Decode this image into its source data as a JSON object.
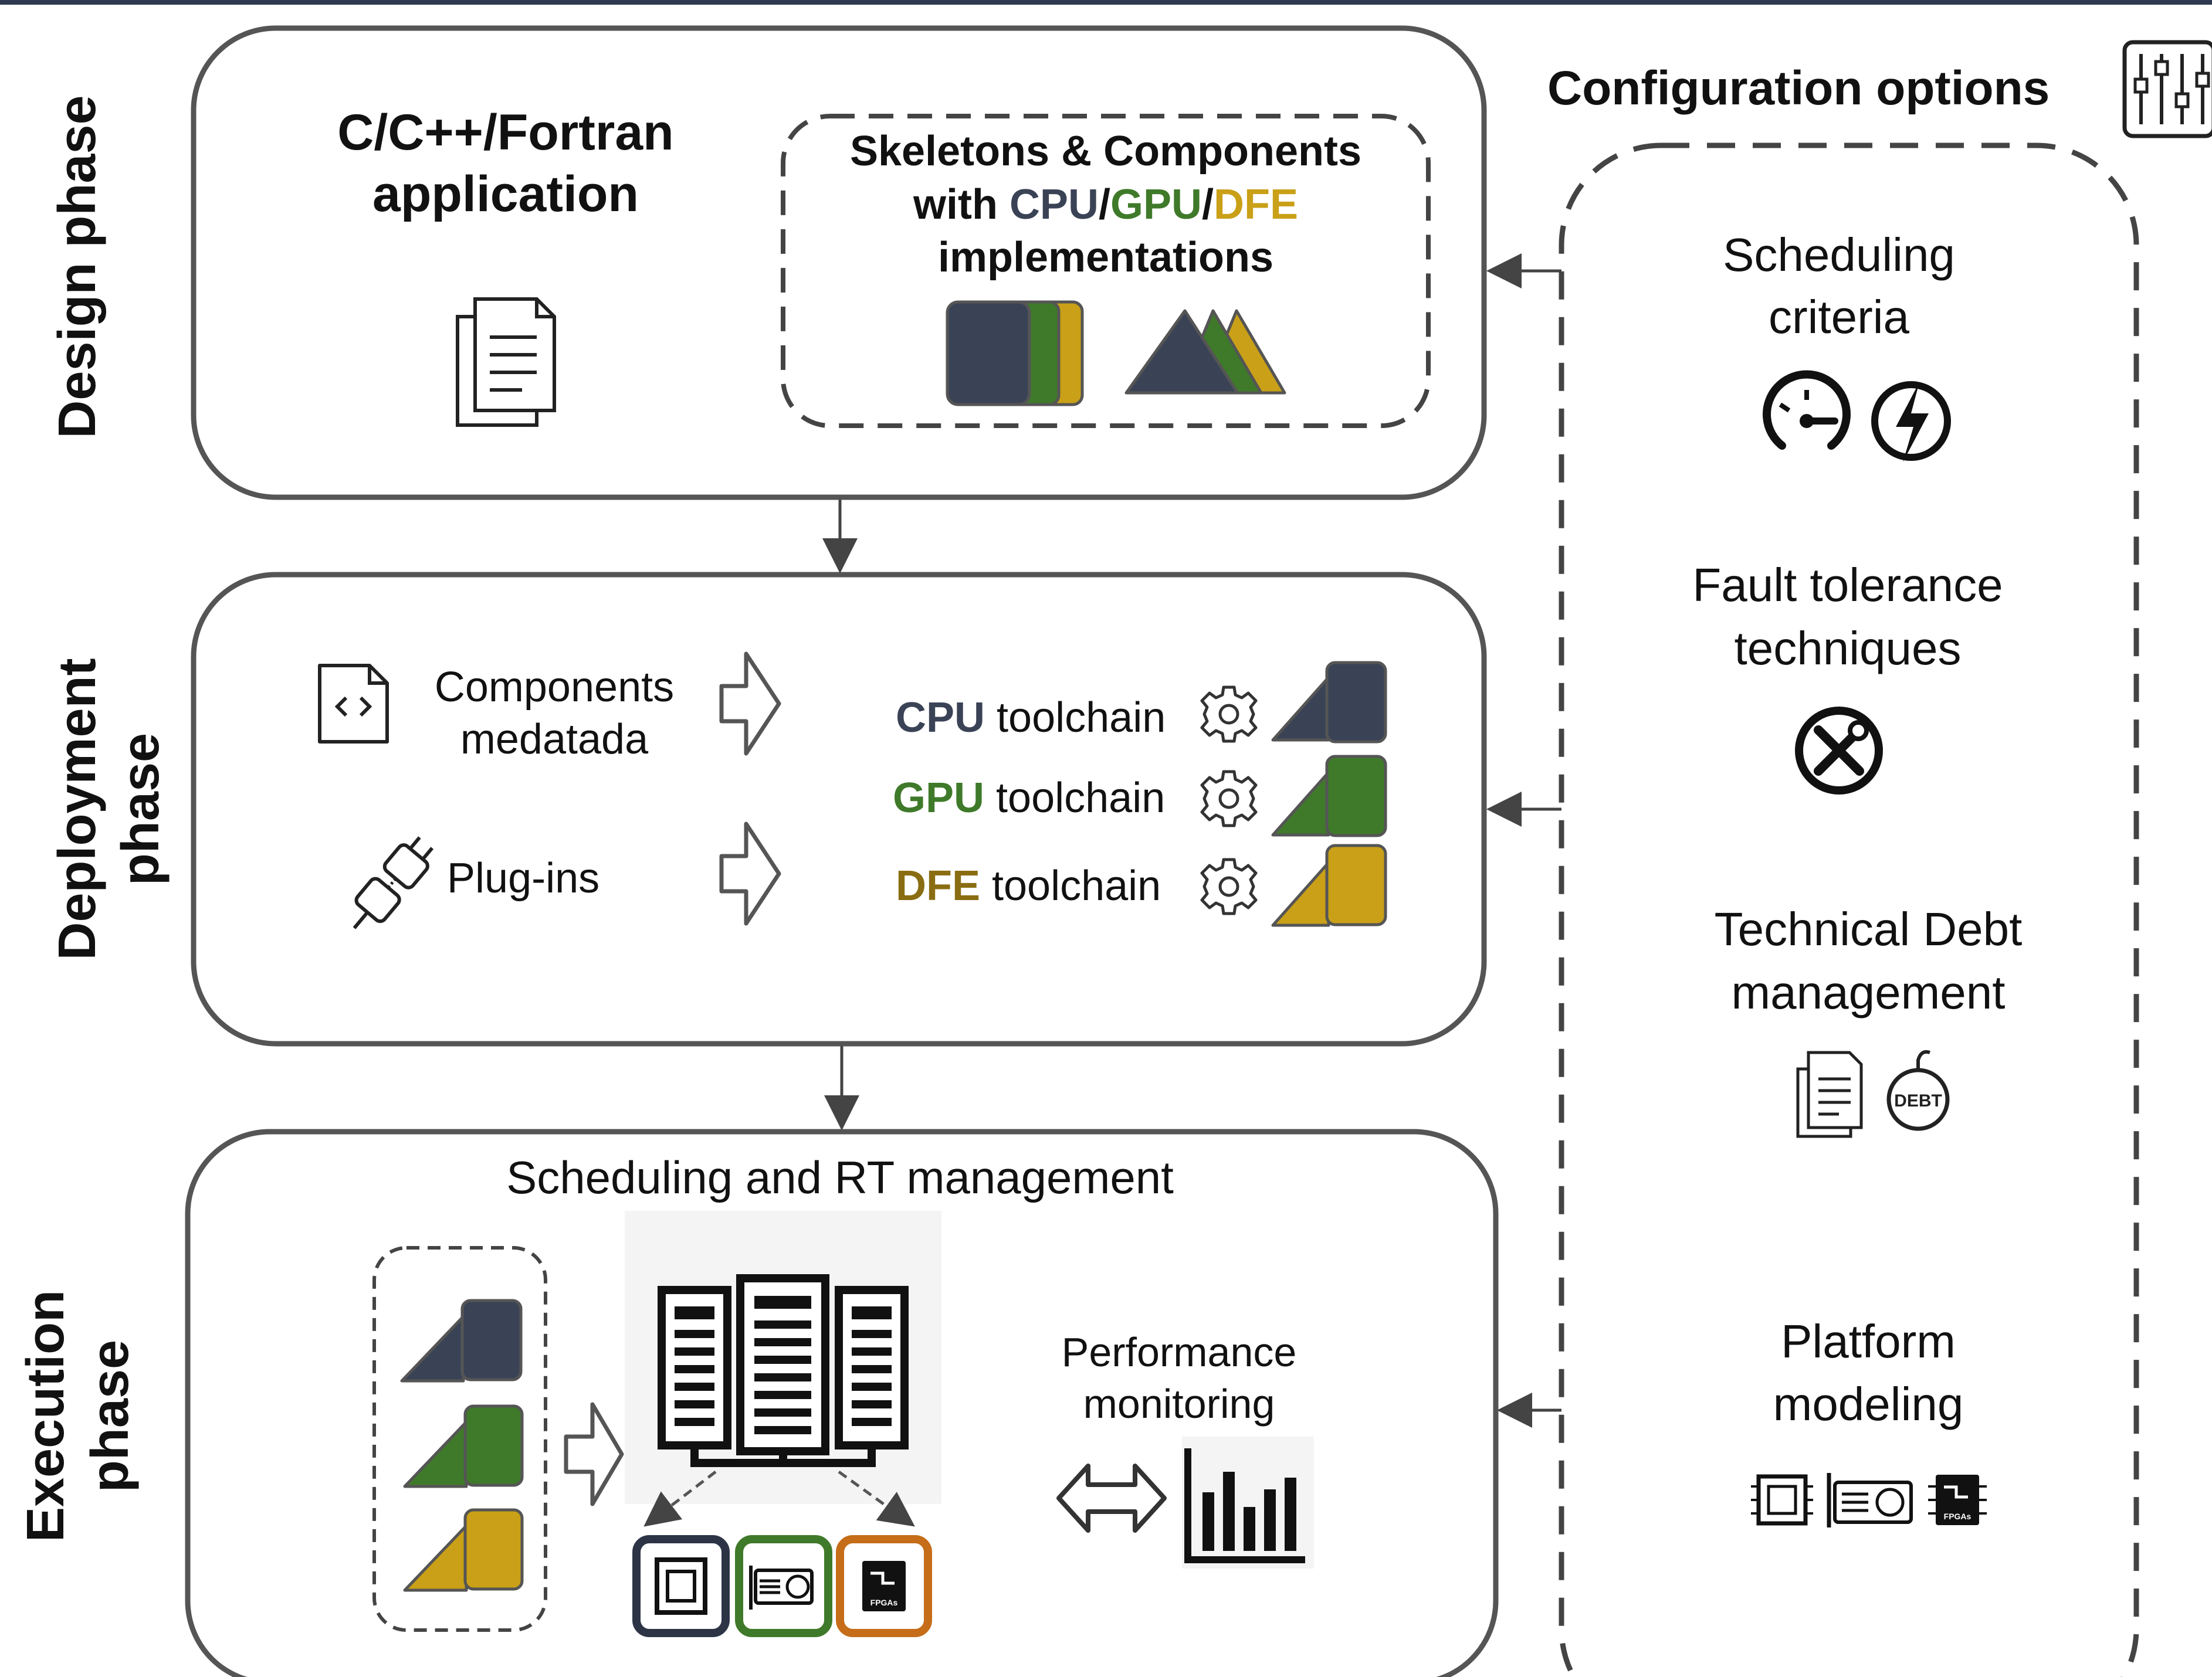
{
  "phases": {
    "design": "Design phase",
    "deployment": [
      "Deployment",
      "phase"
    ],
    "execution": [
      "Execution",
      "phase"
    ]
  },
  "design": {
    "app_title": [
      "C/C++/Fortran",
      "application"
    ],
    "skeletons": {
      "line1": "Skeletons & Components",
      "line2_prefix": "with ",
      "cpu": "CPU",
      "slash": "/",
      "gpu": "GPU",
      "dfe": "DFE",
      "line3": "implementations"
    }
  },
  "deployment": {
    "metadata_label": [
      "Components",
      "medatada"
    ],
    "plugins_label": "Plug-ins",
    "toolchains": [
      {
        "prefix": "CPU",
        "suffix": " toolchain"
      },
      {
        "prefix": "GPU",
        "suffix": " toolchain"
      },
      {
        "prefix": "DFE",
        "suffix": " toolchain"
      }
    ]
  },
  "execution": {
    "title": "Scheduling and RT management",
    "monitoring": [
      "Performance",
      "monitoring"
    ],
    "fpga_chip_text": "FPGAs"
  },
  "config": {
    "title": "Configuration options",
    "scheduling": [
      "Scheduling",
      "criteria"
    ],
    "fault": [
      "Fault tolerance",
      "techniques"
    ],
    "debt": [
      "Technical Debt",
      "management"
    ],
    "debt_badge": "DEBT",
    "platform": [
      "Platform",
      "modeling"
    ],
    "fpga_chip_text": "FPGAs"
  },
  "colors": {
    "cpu": "#3a4356",
    "gpu": "#3f7a2a",
    "dfe": "#c9a017",
    "dfe_text": "#8a6d12",
    "outline": "#555555",
    "fpga_frame": "#c56d19"
  }
}
